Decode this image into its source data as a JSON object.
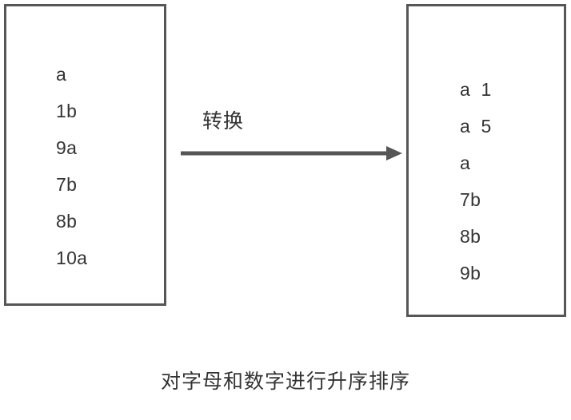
{
  "diagram": {
    "title": "对字母和数字进行升序排序",
    "colors": {
      "border": "#565656",
      "text": "#333333",
      "arrow": "#565656",
      "background": "#ffffff"
    },
    "input_box": {
      "name": "input-list",
      "items": [
        "a",
        "1b",
        "9a",
        "7b",
        "8b",
        "10a"
      ]
    },
    "output_box": {
      "name": "output-list",
      "items": [
        "a  1",
        "a  5",
        "a",
        "7b",
        "8b",
        "9b"
      ]
    },
    "arrow": {
      "label": "转换",
      "icon": "right-arrow-icon",
      "direction": "right"
    },
    "caption": "对字母和数字进行升序排序"
  }
}
